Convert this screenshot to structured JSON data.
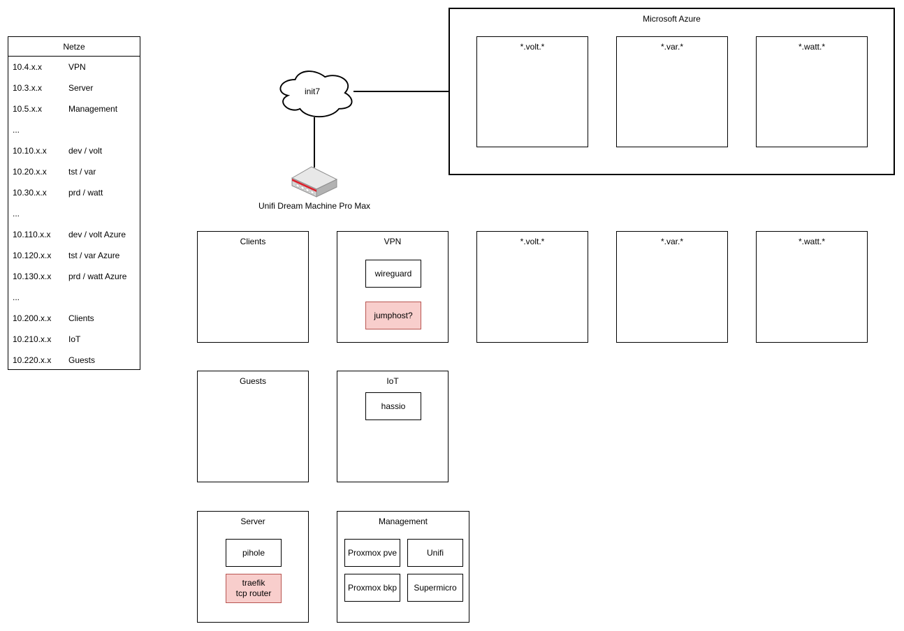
{
  "netze_table": {
    "title": "Netze",
    "rows": [
      {
        "ip": "10.4.x.x",
        "name": "VPN"
      },
      {
        "ip": "10.3.x.x",
        "name": "Server"
      },
      {
        "ip": "10.5.x.x",
        "name": "Management"
      },
      {
        "ip": "...",
        "name": ""
      },
      {
        "ip": "10.10.x.x",
        "name": "dev / volt"
      },
      {
        "ip": "10.20.x.x",
        "name": "tst / var"
      },
      {
        "ip": "10.30.x.x",
        "name": "prd / watt"
      },
      {
        "ip": "...",
        "name": ""
      },
      {
        "ip": "10.110.x.x",
        "name": "dev / volt Azure"
      },
      {
        "ip": "10.120.x.x",
        "name": "tst / var Azure"
      },
      {
        "ip": "10.130.x.x",
        "name": "prd / watt Azure"
      },
      {
        "ip": "...",
        "name": ""
      },
      {
        "ip": "10.200.x.x",
        "name": "Clients"
      },
      {
        "ip": "10.210.x.x",
        "name": "IoT"
      },
      {
        "ip": "10.220.x.x",
        "name": "Guests"
      }
    ]
  },
  "wan": {
    "cloud_label": "init7"
  },
  "router": {
    "label": "Unifi Dream Machine Pro Max"
  },
  "azure": {
    "title": "Microsoft Azure",
    "boxes": [
      {
        "label": "*.volt.*"
      },
      {
        "label": "*.var.*"
      },
      {
        "label": "*.watt.*"
      }
    ]
  },
  "networks": {
    "clients": {
      "title": "Clients"
    },
    "vpn": {
      "title": "VPN",
      "wireguard": "wireguard",
      "jumphost": "jumphost?"
    },
    "volt": {
      "title": "*.volt.*"
    },
    "var": {
      "title": "*.var.*"
    },
    "watt": {
      "title": "*.watt.*"
    },
    "guests": {
      "title": "Guests"
    },
    "iot": {
      "title": "IoT",
      "hassio": "hassio"
    },
    "server": {
      "title": "Server",
      "pihole": "pihole",
      "traefik": "traefik\ntcp router"
    },
    "management": {
      "title": "Management",
      "items": [
        {
          "label": "Proxmox pve"
        },
        {
          "label": "Unifi"
        },
        {
          "label": "Proxmox bkp"
        },
        {
          "label": "Supermicro"
        }
      ]
    }
  },
  "colors": {
    "highlight_fill": "#f8cecc",
    "highlight_stroke": "#b85450",
    "stroke": "#000000",
    "router_red": "#d9232e"
  }
}
